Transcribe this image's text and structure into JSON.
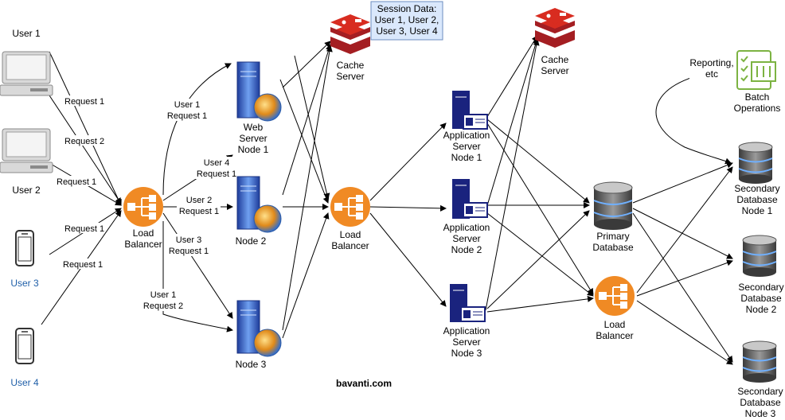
{
  "users": [
    {
      "label": "User 1"
    },
    {
      "label": "User 2"
    },
    {
      "label": "User 3"
    },
    {
      "label": "User 4"
    }
  ],
  "edges_in": [
    "Request 1",
    "Request 2",
    "Request 1",
    "Request 1",
    "Request 1"
  ],
  "load_balancer_1": {
    "line1": "Load",
    "line2": "Balancer"
  },
  "load_balancer_2": {
    "line1": "Load",
    "line2": "Balancer"
  },
  "load_balancer_3": {
    "line1": "Load",
    "line2": "Balancer"
  },
  "lb_edges": [
    {
      "line1": "User 1",
      "line2": "Request 1"
    },
    {
      "line1": "User 4",
      "line2": "Request 1"
    },
    {
      "line1": "User 2",
      "line2": "Request 1"
    },
    {
      "line1": "User 3",
      "line2": "Request 1"
    },
    {
      "line1": "User 1",
      "line2": "Request 2"
    }
  ],
  "web_nodes": [
    {
      "lines": [
        "Web",
        "Server",
        "Node 1"
      ]
    },
    {
      "lines": [
        "Node 2"
      ]
    },
    {
      "lines": [
        "Node 3"
      ]
    }
  ],
  "cache_1": {
    "line1": "Cache",
    "line2": "Server"
  },
  "cache_2": {
    "line1": "Cache",
    "line2": "Server"
  },
  "session_note": {
    "lines": [
      "Session Data:",
      "User 1, User 2,",
      "User 3, User 4"
    ]
  },
  "app_nodes": [
    {
      "lines": [
        "Application",
        "Server",
        "Node 1"
      ]
    },
    {
      "lines": [
        "Application",
        "Server",
        "Node 2"
      ]
    },
    {
      "lines": [
        "Application",
        "Server",
        "Node 3"
      ]
    }
  ],
  "primary_db": {
    "line1": "Primary",
    "line2": "Database"
  },
  "secondary_dbs": [
    {
      "lines": [
        "Secondary",
        "Database",
        "Node 1"
      ]
    },
    {
      "lines": [
        "Secondary",
        "Database",
        "Node 2"
      ]
    },
    {
      "lines": [
        "Secondary",
        "Database",
        "Node 3"
      ]
    }
  ],
  "batch": {
    "line1": "Batch",
    "line2": "Operations"
  },
  "reporting": {
    "line1": "Reporting,",
    "line2": "etc"
  },
  "footer": "bavanti.com",
  "colors": {
    "lb": "#f08a24",
    "cache": "#d32f2f",
    "app": "#1a237e",
    "batch": "#7cb342",
    "user_blue": "#1f5fa8"
  }
}
